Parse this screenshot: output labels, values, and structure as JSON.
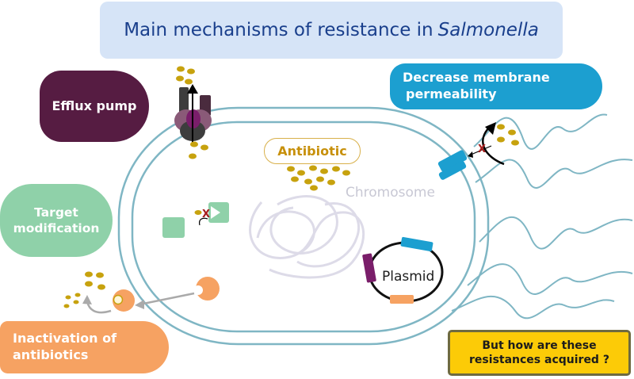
{
  "title": {
    "text": "Main mechanisms of resistance in",
    "italic": "Salmonella"
  },
  "mechanisms": {
    "efflux": "Efflux pump",
    "membrane_line1": "Decrease membrane",
    "membrane_line2": "permeability",
    "target_line1": "Target",
    "target_line2": "modification",
    "inactivation_line1": "Inactivation of",
    "inactivation_line2": "antibiotics"
  },
  "labels": {
    "antibiotic": "Antibiotic",
    "chromosome": "Chromosome",
    "plasmid": "Plasmid",
    "blocked_mark": "X"
  },
  "question": {
    "line1": "But how are these",
    "line2": "resistances acquired ?"
  },
  "colors": {
    "efflux": "#561c42",
    "membrane": "#1c9fd0",
    "target": "#8fd1a9",
    "inactivation": "#f6a262",
    "question": "#fccb07",
    "antibiotic": "#c7a20e",
    "cell_wall": "#7fb6c4"
  }
}
